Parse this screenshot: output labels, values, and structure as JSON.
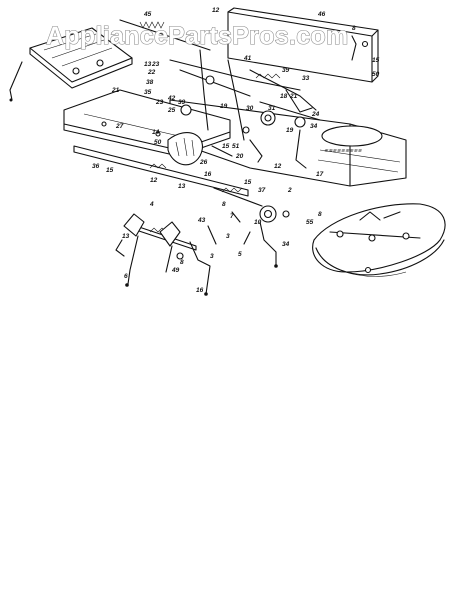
{
  "watermark": "AppliancePartsPros.com",
  "callouts": [
    "45",
    "21",
    "12",
    "46",
    "15",
    "50",
    "8",
    "13",
    "23",
    "22",
    "41",
    "39",
    "33",
    "38",
    "35",
    "42",
    "23",
    "39",
    "25",
    "19",
    "18",
    "21",
    "24",
    "34",
    "30",
    "31",
    "27",
    "14",
    "50",
    "19",
    "15",
    "51",
    "20",
    "12",
    "26",
    "36",
    "15",
    "12",
    "13",
    "16",
    "17",
    "15",
    "37",
    "2",
    "8",
    "7",
    "4",
    "43",
    "13",
    "10",
    "3",
    "34",
    "5",
    "6",
    "49",
    "8",
    "3",
    "16",
    "55",
    "8",
    "35",
    "34"
  ]
}
